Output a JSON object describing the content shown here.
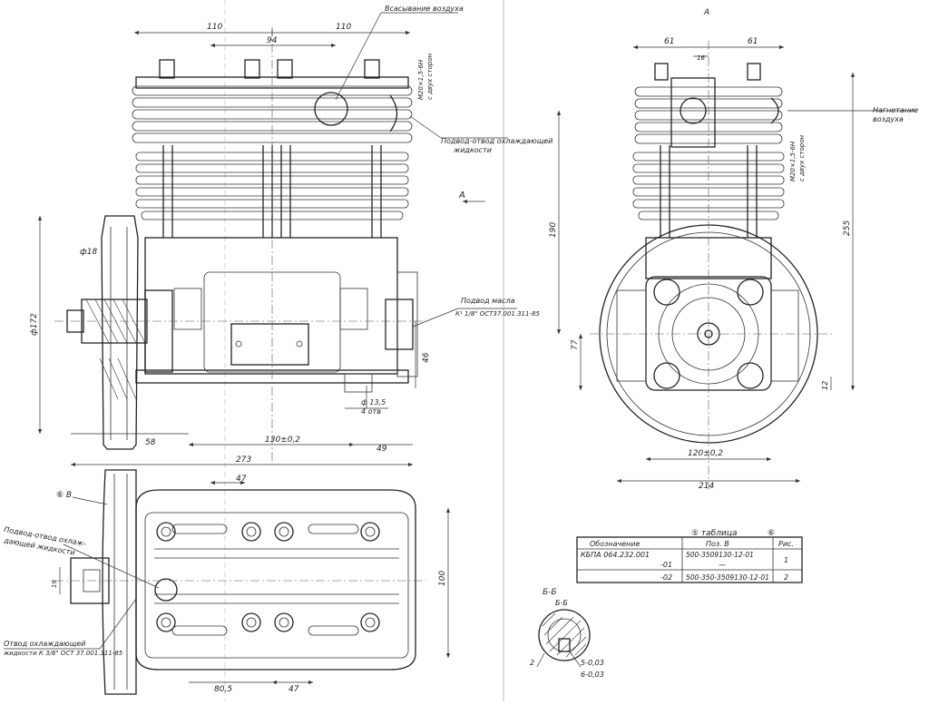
{
  "view_labels": {
    "view_a": "А",
    "arrow_a": "А",
    "section_bb_title": "Б-Б",
    "section_bb_mark": "Б-Б"
  },
  "annotations": {
    "air_intake": "Всасывание воздуха",
    "coolant_supply_top_1": "Подвод-отвод охлаждающей",
    "coolant_supply_top_2": "жидкости",
    "oil_supply_1": "Подвод масла",
    "oil_supply_2": "К¹ 1/8\" ОСТ37.001.311-85",
    "air_discharge_1": "Нагнетание",
    "air_discharge_2": "воздуха",
    "thread_front": "М20×1,5-6Н",
    "thread_front_2": "с двух сторон",
    "thread_side": "М20×1,5-6Н",
    "thread_side_2": "с двух сторон",
    "coolant_left_1": "Подвод-отвод охлаж-",
    "coolant_left_2": "дающей жидкости",
    "coolant_drain_1": "Отвод охлаждающей",
    "coolant_drain_2": "жидкости К 3/8\" ОСТ 37.001.311-85",
    "holes": "ф 13,5",
    "holes_2": "4 отв",
    "mark_b": "⑥ В",
    "sec_dim_1": "2",
    "sec_dim_2": "5-0,03",
    "sec_dim_3": "6-0,03"
  },
  "dimensions": {
    "d110_left": "110",
    "d110_right": "110",
    "d94": "94",
    "d61_left": "61",
    "d61_right": "61",
    "d16": "16",
    "d172": "ф172",
    "d48": "ф18",
    "d58": "58",
    "d130": "130±0,2",
    "d49": "49",
    "d273": "273",
    "d46": "46",
    "d190": "190",
    "d77": "77",
    "d255": "255",
    "d12": "12",
    "d120": "120±0,2",
    "d214": "214",
    "d47_top": "47",
    "d100": "100",
    "d80": "80,5",
    "d47_bottom": "47",
    "d19": "19"
  },
  "table": {
    "title": "⑤ таблица",
    "title_mark": "⑥",
    "headers": [
      "Обозначение",
      "Поз. В",
      "Рис."
    ],
    "rows": [
      [
        "КБПА 064.232.001",
        "500-3509130-12-01",
        "1"
      ],
      [
        "-01",
        "—",
        ""
      ],
      [
        "-02",
        "500-350-3509130-12-01",
        "2"
      ]
    ]
  }
}
